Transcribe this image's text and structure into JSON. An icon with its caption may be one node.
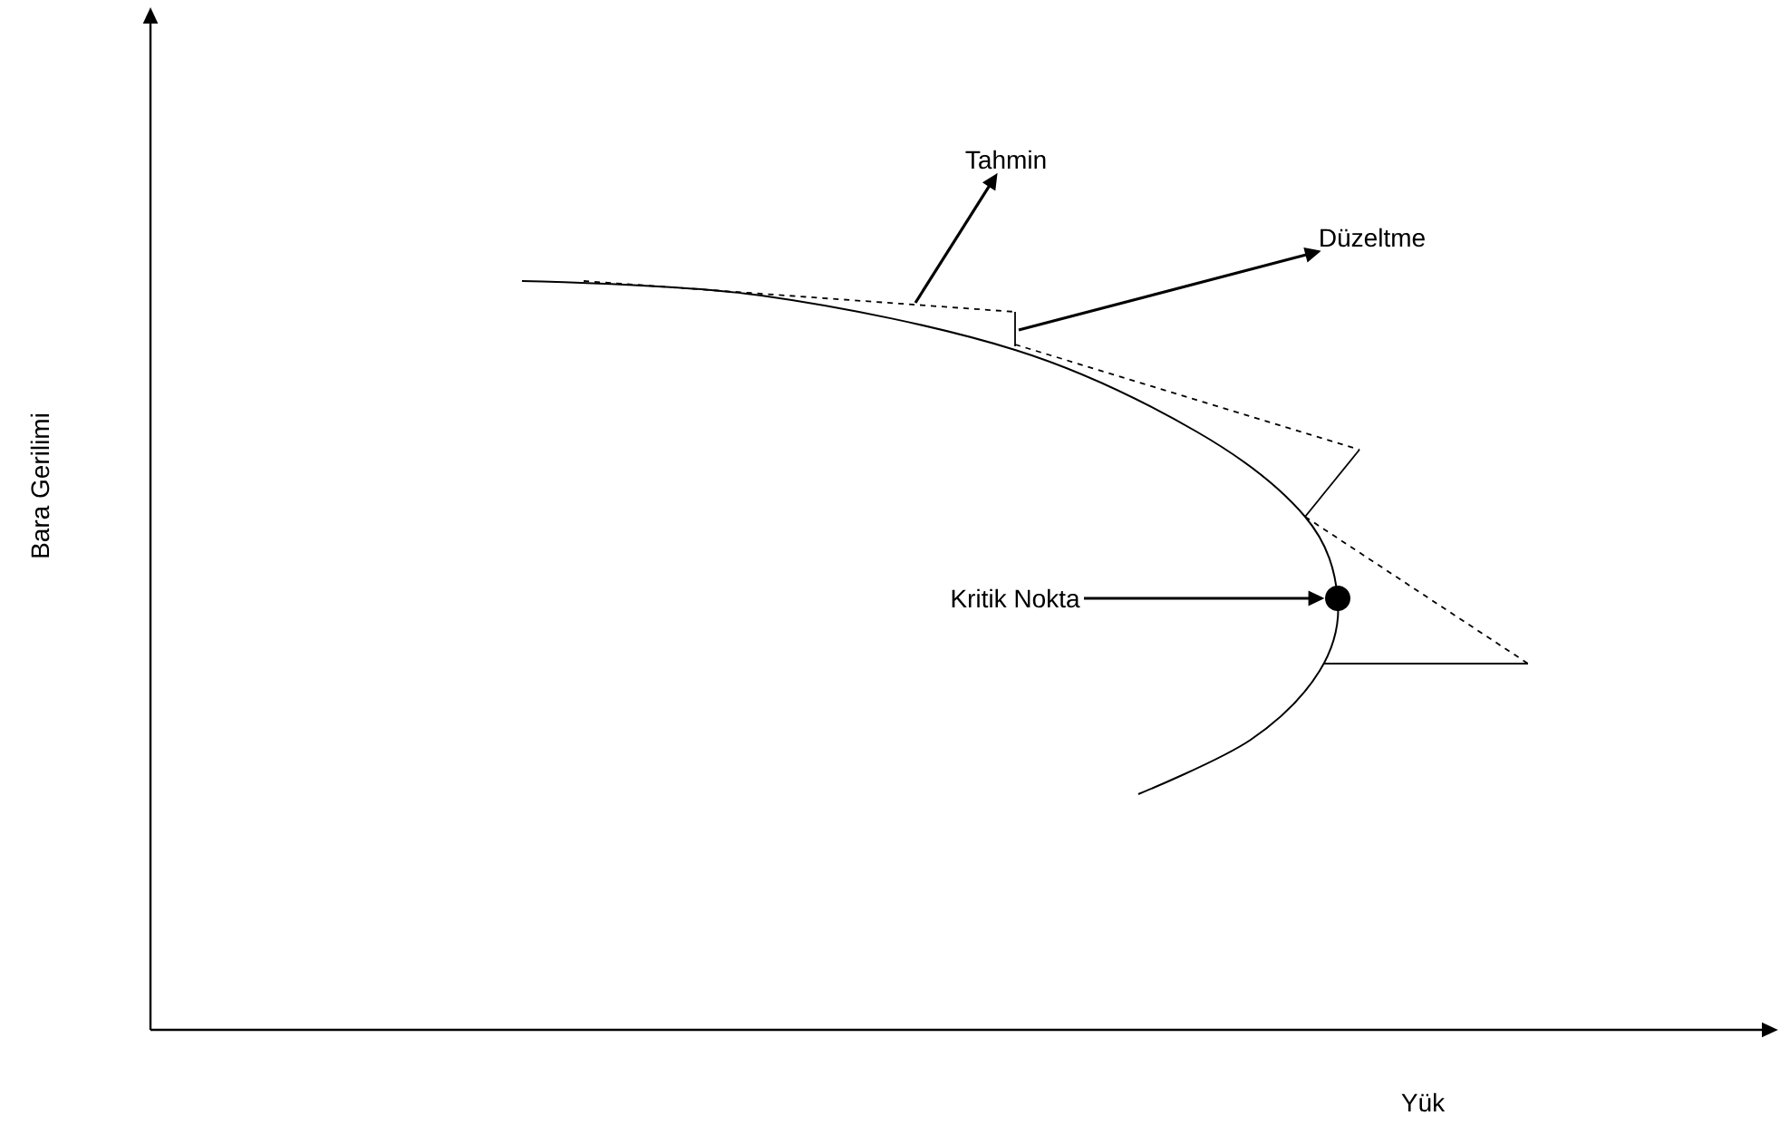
{
  "diagram": {
    "nodes": [
      {
        "text": [
          "Tahmin"
        ]
      },
      {
        "text": [
          "Düzeltme"
        ]
      },
      {
        "text": [
          "Kritik Nokta"
        ]
      },
      {
        "text": [],
        "shape": "circle"
      }
    ],
    "edges": [
      {
        "from": null,
        "to": 0,
        "arrow": "to"
      },
      {
        "from": null,
        "to": 1,
        "arrow": "to"
      },
      {
        "from": 2,
        "to": 3,
        "arrow": "to"
      }
    ],
    "labels": [
      "Bara Gerilimi",
      "Yük"
    ]
  }
}
